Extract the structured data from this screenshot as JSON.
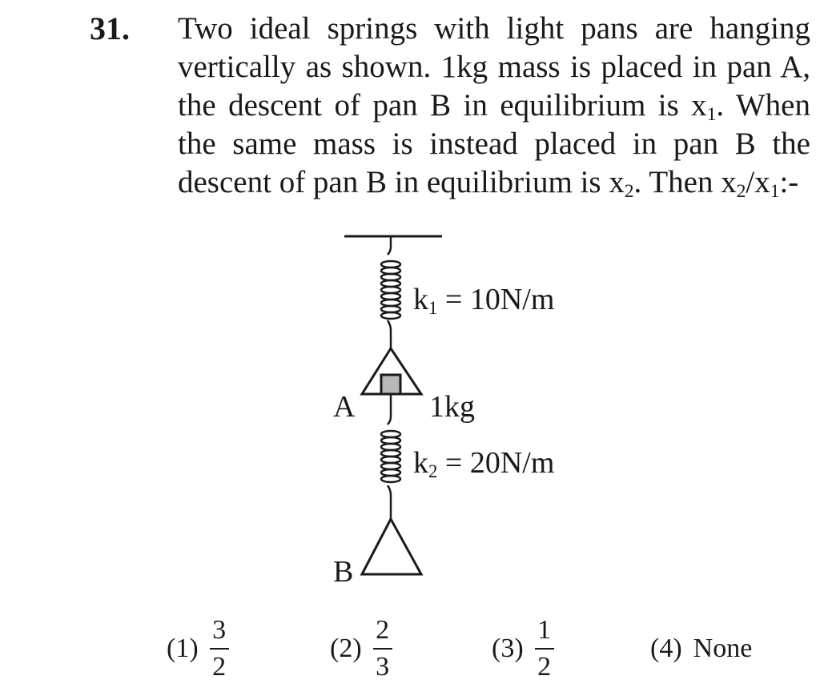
{
  "question": {
    "number": "31.",
    "lines": [
      "Two ideal springs with light pans are hanging",
      "vertically as shown. 1kg mass is placed in pan A,",
      [
        "the descent of pan B in equilibrium is x",
        "1",
        ". When"
      ],
      "the same mass is instead placed in pan B the",
      [
        "descent of pan B in equilibrium is x",
        "2",
        ". Then x",
        "2",
        "/x",
        "1",
        ":-"
      ]
    ],
    "line1": "Two ideal springs with light pans are hanging",
    "line2": "vertically as shown. 1kg mass is placed in pan A,",
    "line3_a": "the descent of pan B in equilibrium is x",
    "line3_sub": "1",
    "line3_b": ". When",
    "line4": "the same mass is instead placed in pan B the",
    "line5_a": "descent of pan B in equilibrium is x",
    "line5_sub1": "2",
    "line5_b": ". Then x",
    "line5_sub2": "2",
    "line5_c": "/x",
    "line5_sub3": "1",
    "line5_d": ":-"
  },
  "diagram": {
    "spring1": {
      "k_symbol": "k",
      "k_sub": "1",
      "value": "= 10N/m"
    },
    "spring2": {
      "k_symbol": "k",
      "k_sub": "2",
      "value": "= 20N/m"
    },
    "pan_a_label": "A",
    "pan_b_label": "B",
    "mass_label": "1kg",
    "mass_color": "#b8b8b8"
  },
  "options": [
    {
      "num": "(1)",
      "numerator": "3",
      "denominator": "2"
    },
    {
      "num": "(2)",
      "numerator": "2",
      "denominator": "3"
    },
    {
      "num": "(3)",
      "numerator": "1",
      "denominator": "2"
    },
    {
      "num": "(4)",
      "text": "None"
    }
  ]
}
